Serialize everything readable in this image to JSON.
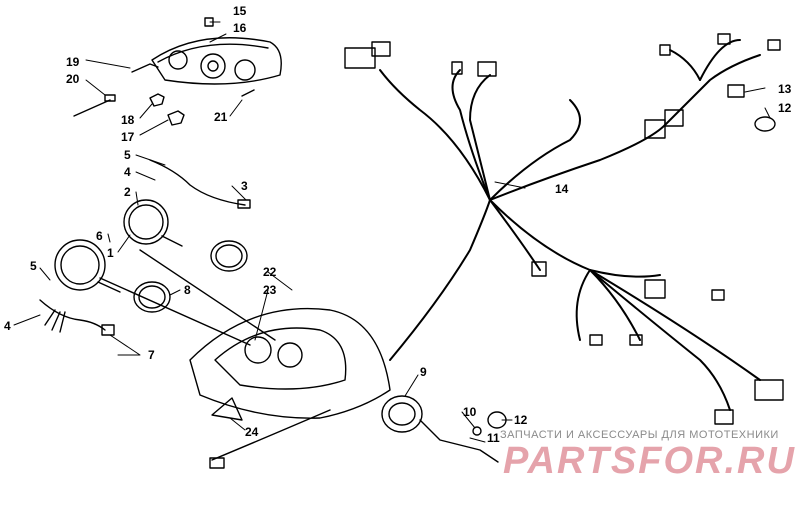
{
  "diagram": {
    "callouts": [
      {
        "id": "c15",
        "text": "15"
      },
      {
        "id": "c16",
        "text": "16"
      },
      {
        "id": "c19",
        "text": "19"
      },
      {
        "id": "c20",
        "text": "20"
      },
      {
        "id": "c18",
        "text": "18"
      },
      {
        "id": "c17",
        "text": "17"
      },
      {
        "id": "c21",
        "text": "21"
      },
      {
        "id": "c5a",
        "text": "5"
      },
      {
        "id": "c4a",
        "text": "4"
      },
      {
        "id": "c3",
        "text": "3"
      },
      {
        "id": "c2",
        "text": "2"
      },
      {
        "id": "c6",
        "text": "6"
      },
      {
        "id": "c1",
        "text": "1"
      },
      {
        "id": "c5b",
        "text": "5"
      },
      {
        "id": "c4b",
        "text": "4"
      },
      {
        "id": "c8",
        "text": "8"
      },
      {
        "id": "c7",
        "text": "7"
      },
      {
        "id": "c22",
        "text": "22"
      },
      {
        "id": "c23",
        "text": "23"
      },
      {
        "id": "c24",
        "text": "24"
      },
      {
        "id": "c9",
        "text": "9"
      },
      {
        "id": "c10",
        "text": "10"
      },
      {
        "id": "c12a",
        "text": "12"
      },
      {
        "id": "c11",
        "text": "11"
      },
      {
        "id": "c14",
        "text": "14"
      },
      {
        "id": "c13",
        "text": "13"
      },
      {
        "id": "c12b",
        "text": "12"
      }
    ]
  },
  "watermark": {
    "tagline": "ЗАПЧАСТИ И АКСЕССУАРЫ ДЛЯ МОТОТЕХНИКИ",
    "logo": "PARTSFOR.RU",
    "color": "#e5a3ab"
  }
}
